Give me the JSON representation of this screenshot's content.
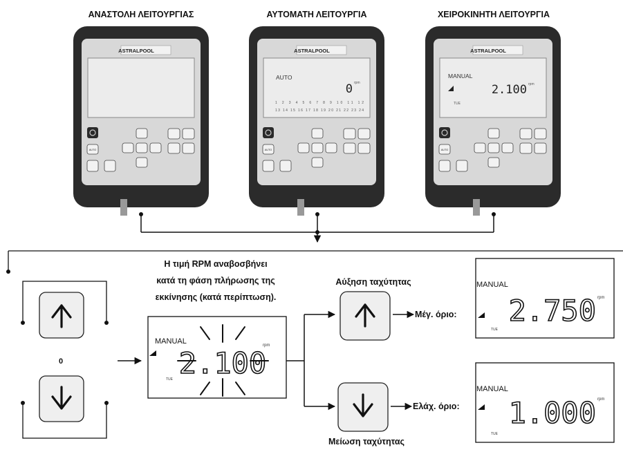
{
  "modes": [
    {
      "title": "ΑΝΑΣΤΟΛΗ ΛΕΙΤΟΥΡΓΙΑΣ",
      "brand": "ASTRALPOOL",
      "screen_mode": "",
      "rpm": "",
      "rpm_unit": ""
    },
    {
      "title": "ΑΥΤΟΜΑΤΗ ΛΕΙΤΟΥΡΓΙΑ",
      "brand": "ASTRALPOOL",
      "screen_mode": "AUTO",
      "rpm": "0",
      "rpm_unit": "rpm",
      "hours_row1": "1 2 3 4 5 6 7 8 9 10 11 12",
      "hours_row2": "13 14 15 16 17 18 19 20 21 22 23 24"
    },
    {
      "title": "ΧΕΙΡΟΚΙΝΗΤΗ ΛΕΙΤΟΥΡΓΙΑ",
      "brand": "ASTRALPOOL",
      "screen_mode": "MANUAL",
      "rpm": "2.100",
      "rpm_unit": "rpm",
      "day": "TUE"
    }
  ],
  "keypad": {
    "auto_label": "AUTO"
  },
  "flow": {
    "or_label": "0",
    "blink_note": [
      "Η τιμή RPM αναβοσβήνει",
      "κατά τη φάση πλήρωσης της",
      "εκκίνησης (κατά περίπτωση)."
    ],
    "center_display": {
      "mode": "MANUAL",
      "rpm": "2.100",
      "unit": "rpm",
      "day": "TUE"
    },
    "increase_label": "Αύξηση ταχύτητας",
    "decrease_label": "Μείωση ταχύτητας",
    "max_label": "Μέγ. όριο:",
    "min_label": "Ελάχ. όριο:",
    "max_display": {
      "mode": "MANUAL",
      "rpm": "2.750",
      "unit": "rpm",
      "day": "TUE"
    },
    "min_display": {
      "mode": "MANUAL",
      "rpm": "1.000",
      "unit": "rpm",
      "day": "TUE"
    }
  },
  "colors": {
    "device_body": "#2b2b2b",
    "panel": "#d9d9d9",
    "lcd": "#e8e8e8",
    "line": "#111111"
  }
}
